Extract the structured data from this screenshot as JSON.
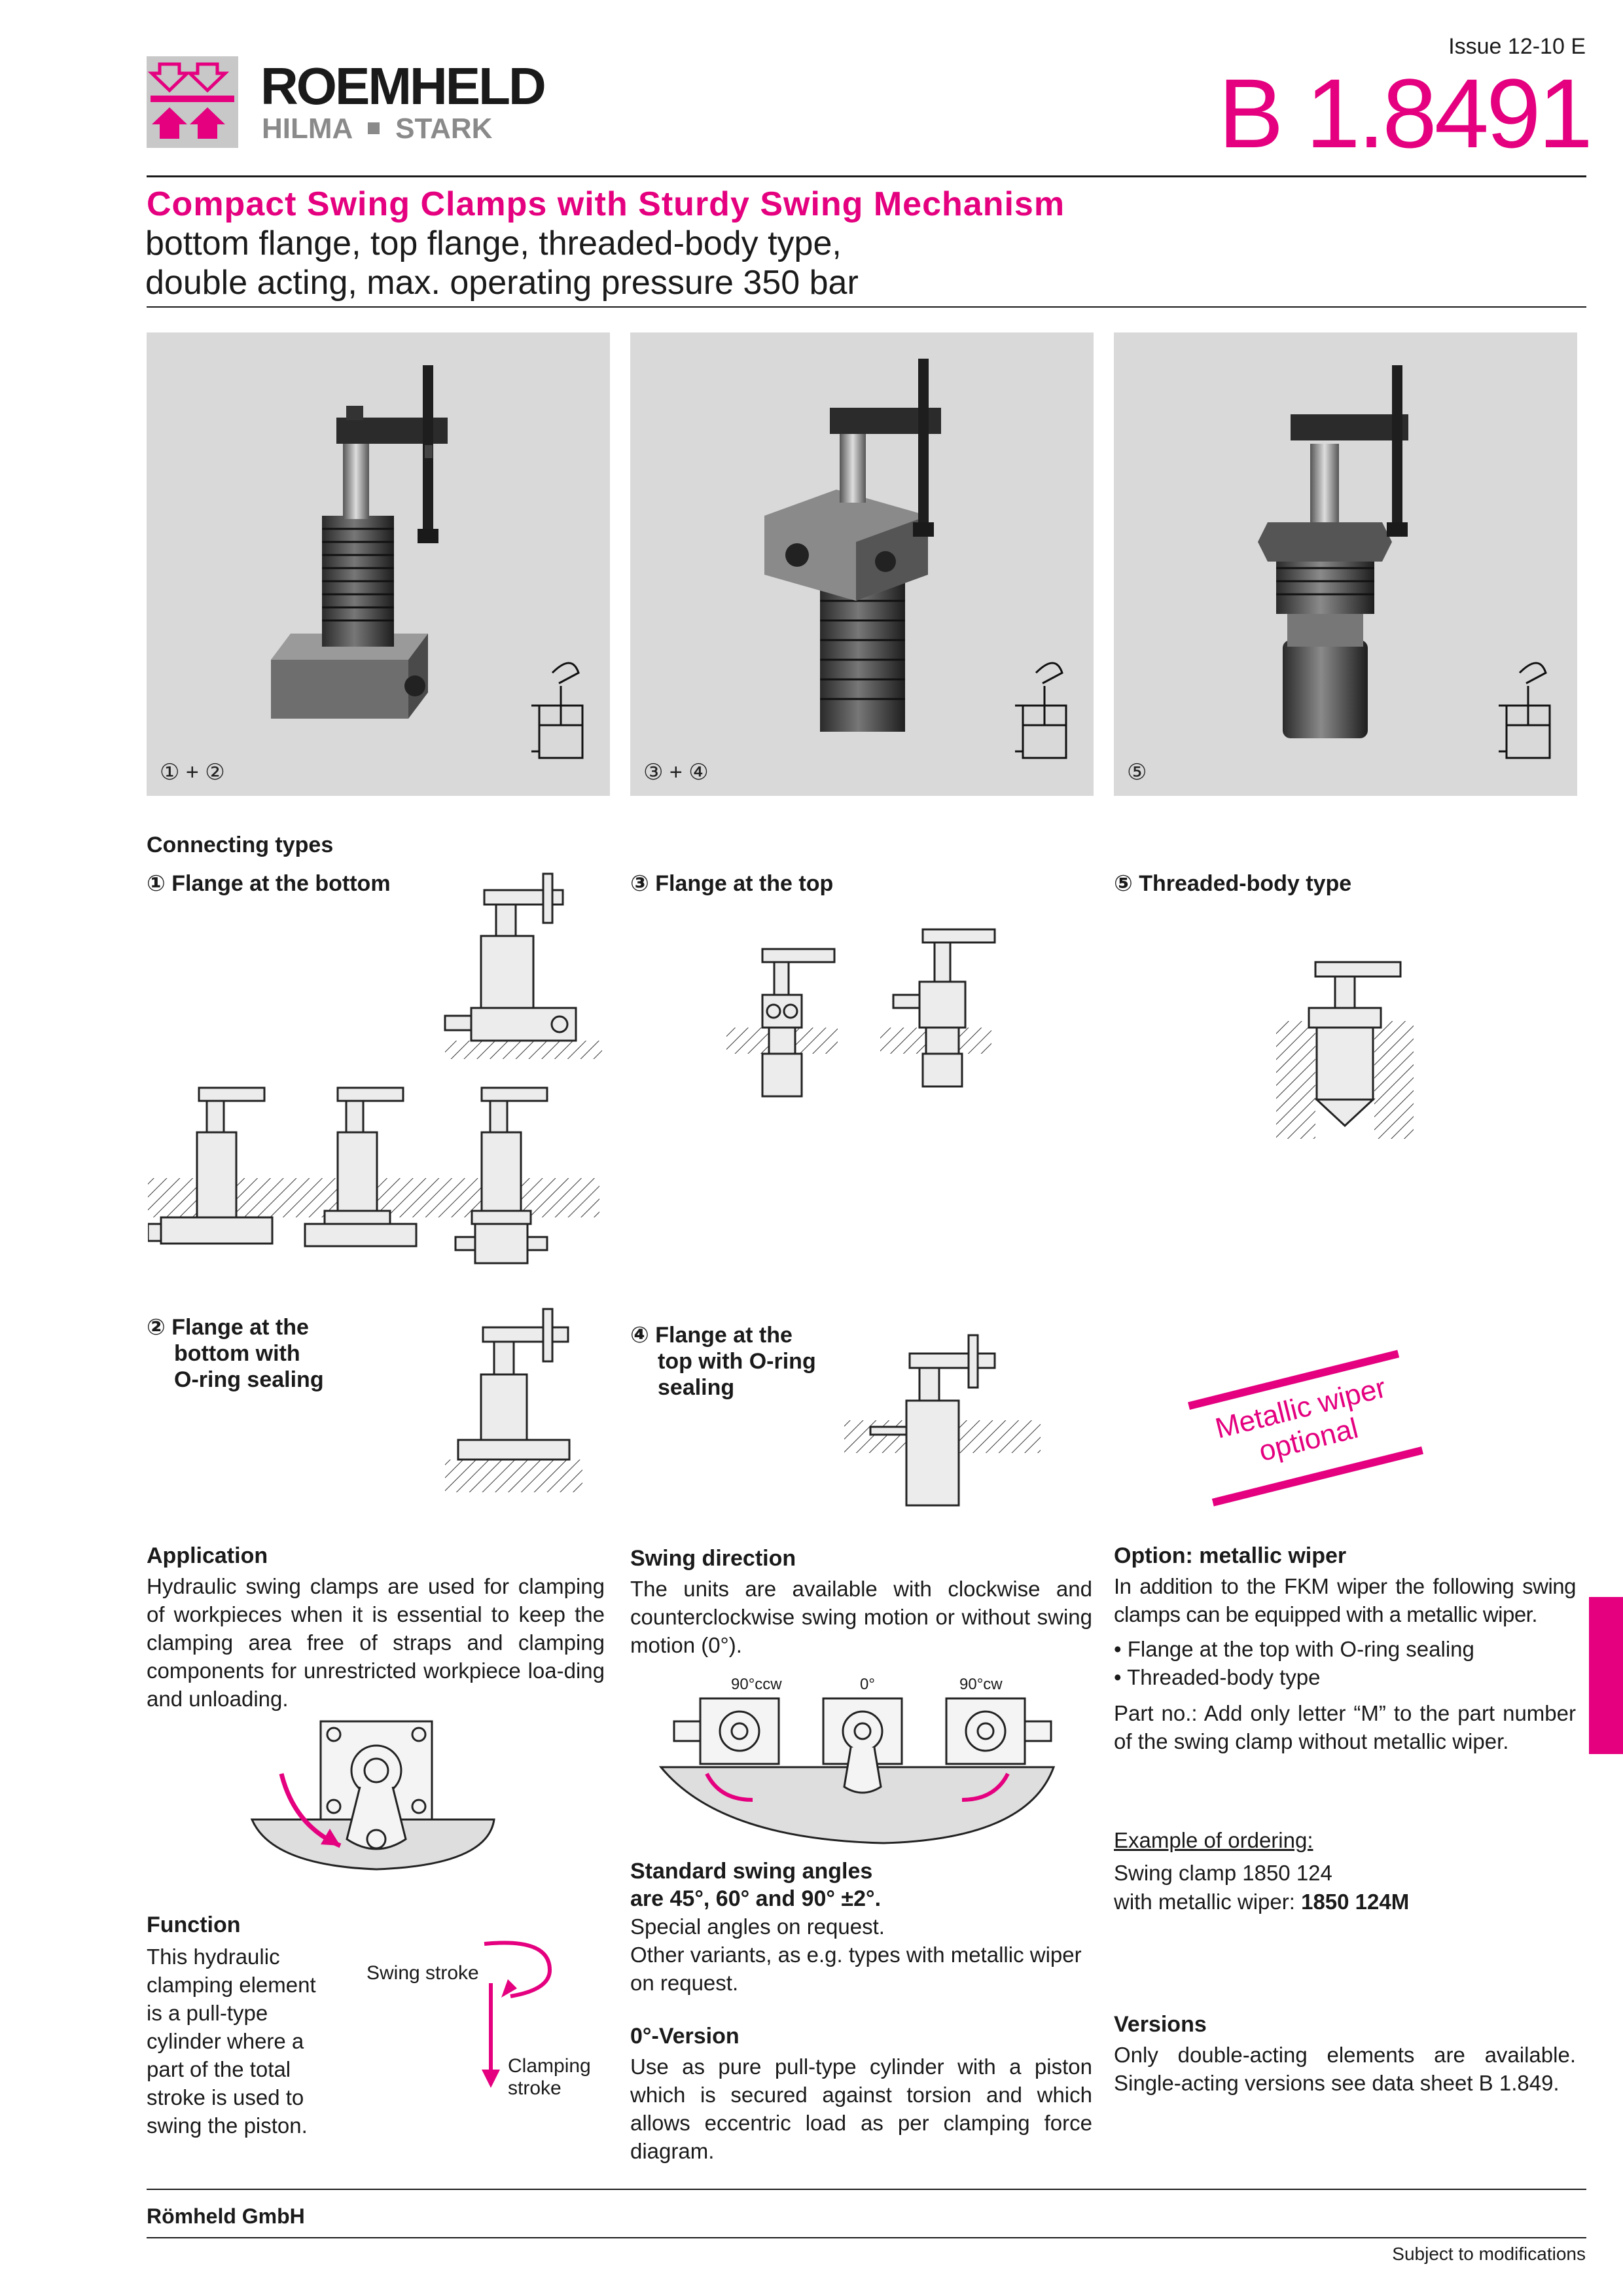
{
  "header": {
    "brand": "ROEMHELD",
    "sub_brand_1": "HILMA",
    "sub_brand_2": "STARK",
    "issue": "Issue 12-10 E",
    "doc_number": "B 1.8491"
  },
  "title": {
    "main": "Compact Swing Clamps with Sturdy Swing Mechanism",
    "line2": "bottom flange, top flange, threaded-body type,",
    "line3": "double acting, max. operating pressure 350 bar"
  },
  "photos": [
    {
      "label": "① + ②"
    },
    {
      "label": "③ + ④"
    },
    {
      "label": "⑤"
    }
  ],
  "connecting": {
    "heading": "Connecting types",
    "t1": "① Flange at the bottom",
    "t2_l1": "② Flange at the",
    "t2_l2": "bottom with",
    "t2_l3": "O-ring sealing",
    "t3": "③ Flange at the top",
    "t4_l1": "④ Flange at the",
    "t4_l2": "top with O-ring",
    "t4_l3": "sealing",
    "t5": "⑤ Threaded-body type",
    "badge_l1": "Metallic wiper",
    "badge_l2": "optional"
  },
  "application": {
    "heading": "Application",
    "text": "Hydraulic swing clamps are used for clamping of workpieces when it is essential to keep the clamping area free of straps and clamping components for unrestricted workpiece loa-ding and unloading."
  },
  "function": {
    "heading": "Function",
    "lines": [
      "This hydraulic",
      "clamping element",
      "is a pull-type",
      "cylinder where a",
      "part of the total",
      "stroke is used to",
      "swing the piston."
    ],
    "swing_stroke": "Swing stroke",
    "clamping_l1": "Clamping",
    "clamping_l2": "stroke"
  },
  "swing_direction": {
    "heading": "Swing direction",
    "text": "The units are available with clockwise and counterclockwise swing motion or without swing motion (0°).",
    "ccw": "90°ccw",
    "zero": "0°",
    "cw": "90°cw"
  },
  "standard_angles": {
    "l1": "Standard swing angles",
    "l2": "are 45°, 60° and 90° ±2°.",
    "text1": "Special angles on request.",
    "text2": "Other variants, as e.g. types with metallic wiper on request."
  },
  "zero_version": {
    "heading": "0°-Version",
    "text": "Use as pure pull-type cylinder with a piston which is secured against torsion and which allows eccentric load as per clamping force diagram."
  },
  "option": {
    "heading": "Option: metallic wiper",
    "text": "In addition to the FKM wiper the following swing clamps can be equipped with a metallic wiper.",
    "bullets": [
      "Flange at the top with O-ring sealing",
      "Threaded-body type"
    ],
    "part_no": "Part no.: Add only letter “M” to the part number of the swing clamp without metallic wiper.",
    "example_heading": "Example of ordering:",
    "example_l1": "Swing clamp 1850 124",
    "example_l2_prefix": "with metallic wiper:",
    "example_l2_bold": "1850 124M"
  },
  "versions": {
    "heading": "Versions",
    "text": "Only double-acting elements are available. Single-acting versions see data sheet B 1.849."
  },
  "footer": {
    "company": "Römheld GmbH",
    "note": "Subject to modifications"
  },
  "colors": {
    "accent": "#e4007f",
    "logo_grey": "#c8c8c8",
    "photo_bg": "#d9d9d9"
  }
}
